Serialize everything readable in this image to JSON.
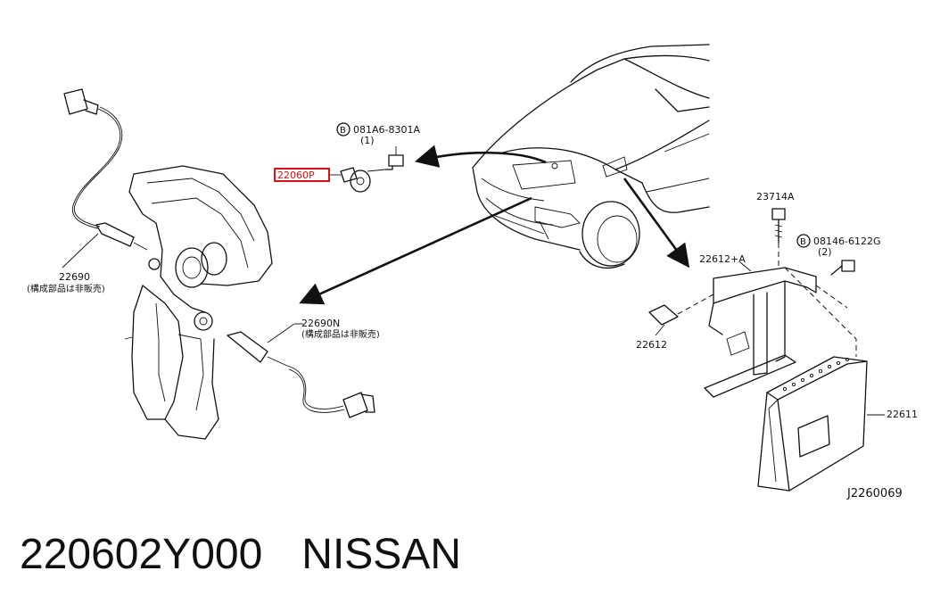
{
  "labels": {
    "bolt_ref": "081A6-8301A",
    "bolt_qty": "(1)",
    "sensor_part": "22060P",
    "stud_part": "23714A",
    "bolt2_ref": "08146-6122G",
    "bolt2_qty": "(2)",
    "bracket_a": "22612+A",
    "bracket": "22612",
    "ecu": "22611",
    "o2_front": "22690",
    "o2_front_note": "(構成部品は非販売)",
    "o2_rear": "22690N",
    "o2_rear_note": "(構成部品は非販売)",
    "drawing_code": "J2260069",
    "circled_b": "B"
  },
  "caption": {
    "part_number": "220602Y000",
    "brand": "NISSAN"
  },
  "colors": {
    "highlight": "#e01010",
    "ink": "#111111"
  }
}
